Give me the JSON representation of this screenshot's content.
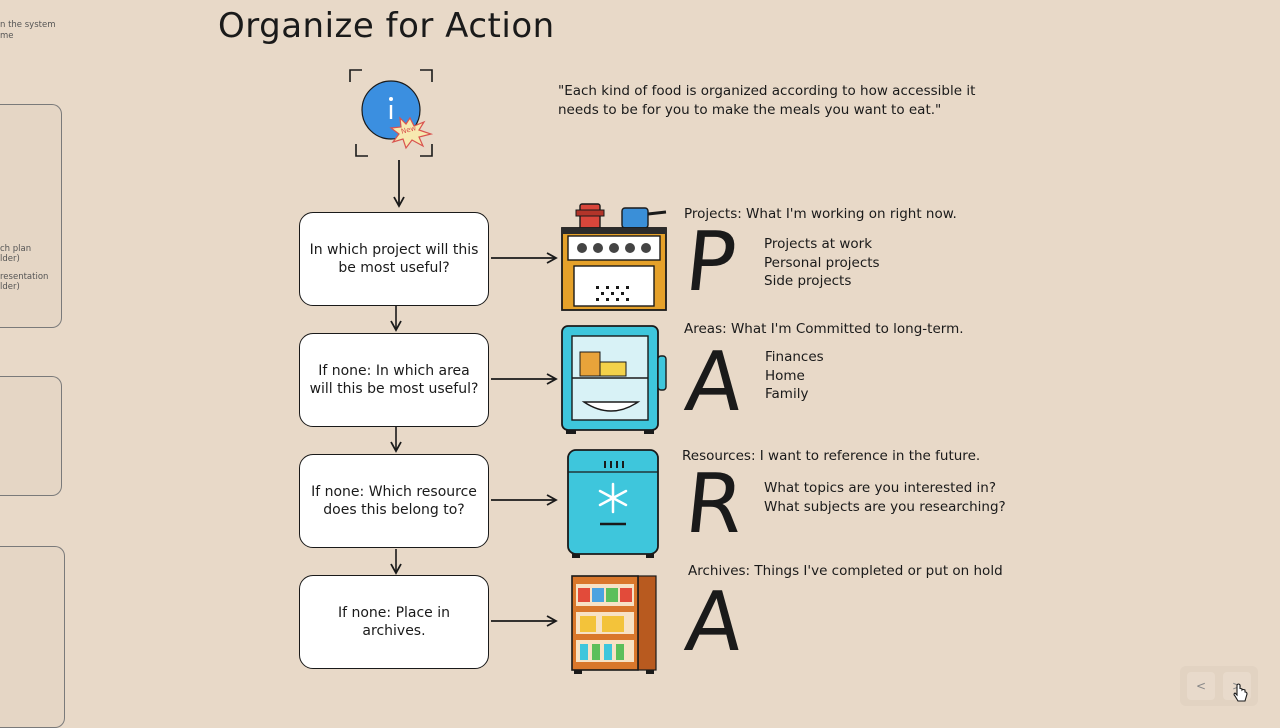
{
  "title": "Organize for Action",
  "quote": "\"Each kind of food is organized according to how accessible it needs to be for you to make the meals you want to eat.\"",
  "badge_text": "New",
  "flow": [
    {
      "question": "In which project will this be most useful?"
    },
    {
      "question": "If none: In which area will this be most useful?"
    },
    {
      "question": "If none: Which resource does this belong to?"
    },
    {
      "question": "If none: Place in archives."
    }
  ],
  "categories": [
    {
      "letter": "P",
      "heading": "Projects: What I'm working on right now.",
      "items": [
        "Projects at work",
        "Personal projects",
        "Side projects"
      ],
      "icon": "stove-icon"
    },
    {
      "letter": "A",
      "heading": "Areas: What I'm Committed to long-term.",
      "items": [
        "Finances",
        "Home",
        "Family"
      ],
      "icon": "fridge-icon"
    },
    {
      "letter": "R",
      "heading": "Resources: I want to reference in the future.",
      "items": [
        "What topics are you interested in?",
        "What subjects are you researching?"
      ],
      "icon": "freezer-icon"
    },
    {
      "letter": "A",
      "heading": "Archives: Things I've completed or put on hold",
      "items": [],
      "icon": "pantry-icon"
    }
  ],
  "sidebar_fragments": [
    "n the system",
    "me",
    "ch plan",
    "lder)",
    "resentation",
    "lder)"
  ],
  "nav": {
    "prev": "<",
    "next": ">"
  },
  "colors": {
    "background": "#e8d9c8",
    "info_blue": "#3b8fe0",
    "fridge_cyan": "#3ec6dc",
    "stove_orange": "#e5a12a",
    "pantry_orange": "#d9772b"
  }
}
